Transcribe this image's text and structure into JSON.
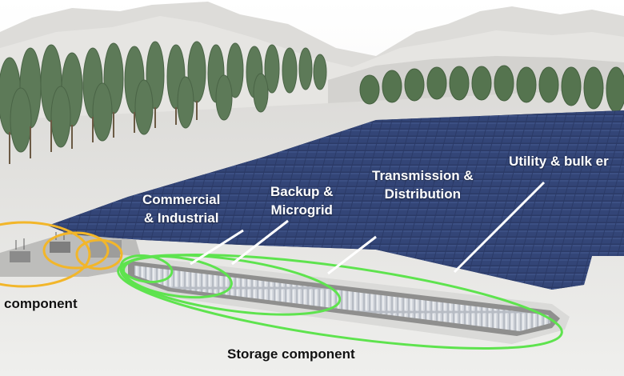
{
  "labels": {
    "commercial_line1": "Commercial",
    "commercial_line2": "& Industrial",
    "backup_line1": "Backup &",
    "backup_line2": "Microgrid",
    "transmission_line1": "Transmission &",
    "transmission_line2": "Distribution",
    "utility": "Utility & bulk er",
    "component_left": "component",
    "storage_component": "Storage component"
  },
  "colors": {
    "sky_snow": "#e9e9e7",
    "solar_panel": "#2b3a66",
    "tree": "#5d7a58",
    "green_ring": "#5ee34e",
    "yellow_ring": "#f2b62a",
    "storage_trench": "#8f8f8e",
    "battery": "#c7ccd3"
  }
}
